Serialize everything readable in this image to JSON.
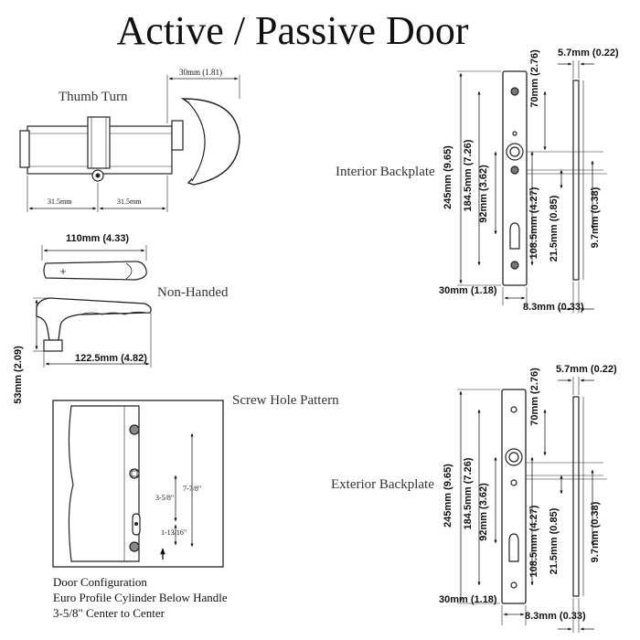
{
  "title": "Active / Passive Door",
  "thumb_turn": {
    "label": "Thumb Turn",
    "dim_width": "30mm (1.81)",
    "dim_left": "31.5mm",
    "dim_right": "31.5mm"
  },
  "handle": {
    "label": "Non-Handed",
    "dim_top": "110mm (4.33)",
    "dim_length": "122.5mm (4.82)",
    "dim_height": "53mm (2.09)"
  },
  "screw_hole_pattern": {
    "label": "Screw Hole Pattern",
    "dim_outer": "7-7/8\"",
    "dim_center": "3-5/8\"",
    "dim_lower": "1-13/16\""
  },
  "door_configuration": {
    "line1": "Door Configuration",
    "line2": "Euro Profile Cylinder Below Handle",
    "line3": "3-5/8\" Center to Center"
  },
  "interior_backplate": {
    "label": "Interior Backplate",
    "dim_70": "70mm (2.76)",
    "dim_57": "5.7mm (0.22)",
    "dim_245": "245mm (9.65)",
    "dim_1845": "184.5mm (7.26)",
    "dim_92": "92mm (3.62)",
    "dim_1085": "108.5mm (4.27)",
    "dim_215": "21.5mm (0.85)",
    "dim_97": "9.7mm (0.38)",
    "dim_30": "30mm (1.18)",
    "dim_83": "8.3mm (0.33)"
  },
  "exterior_backplate": {
    "label": "Exterior Backplate",
    "dim_70": "70mm (2.76)",
    "dim_57": "5.7mm (0.22)",
    "dim_245": "245mm (9.65)",
    "dim_1845": "184.5mm (7.26)",
    "dim_92": "92mm (3.62)",
    "dim_1085": "108.5mm (4.27)",
    "dim_215": "21.5mm (0.85)",
    "dim_97": "9.7mm (0.38)",
    "dim_30": "30mm (1.18)",
    "dim_83": "8.3mm (0.33)"
  }
}
